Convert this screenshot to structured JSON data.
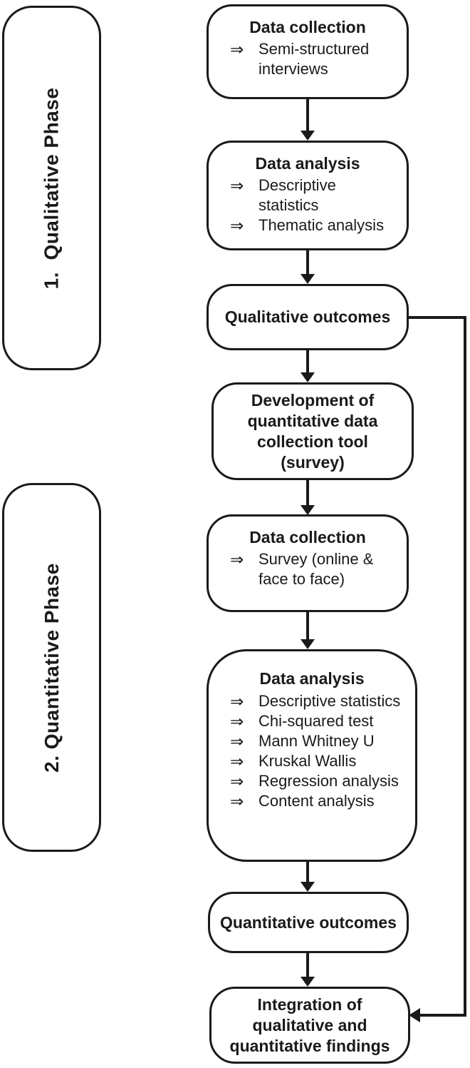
{
  "figure": "Mixed-methods research design flowchart",
  "bullet_glyph": "⇒",
  "phases": [
    {
      "label": "1.  Qualitative Phase"
    },
    {
      "label": "2. Quantitative Phase"
    }
  ],
  "boxes": [
    {
      "title": "Data collection",
      "items": [
        "Semi-structured interviews"
      ]
    },
    {
      "title": "Data analysis",
      "items": [
        "Descriptive statistics",
        "Thematic analysis"
      ]
    },
    {
      "title": "Qualitative outcomes",
      "items": []
    },
    {
      "title": "Development of quantitative data collection tool (survey)",
      "items": []
    },
    {
      "title": "Data collection",
      "items": [
        "Survey (online & face to face)"
      ]
    },
    {
      "title": "Data analysis",
      "items": [
        "Descriptive statistics",
        "Chi-squared test",
        "Mann Whitney U",
        "Kruskal Wallis",
        "Regression analysis",
        "Content analysis"
      ]
    },
    {
      "title": "Quantitative outcomes",
      "items": []
    },
    {
      "title": "Integration of qualitative and quantitative findings",
      "items": []
    }
  ],
  "colors": {
    "stroke": "#1a1a1a",
    "background": "#ffffff"
  }
}
